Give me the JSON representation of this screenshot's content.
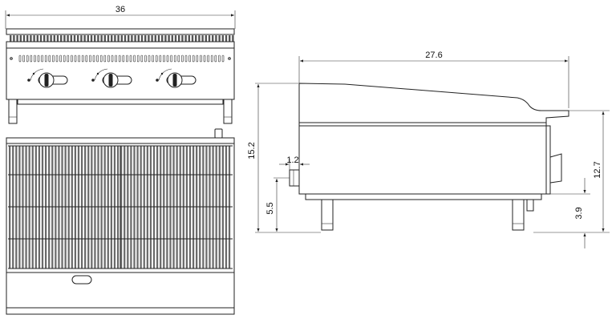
{
  "dimensions": {
    "width": "36",
    "depth": "27.6",
    "total_height": "15.2",
    "body_height": "12.7",
    "knob_offset": "1.2",
    "knob_height": "5.5",
    "leg_height": "3.9"
  },
  "front_view": {
    "knob_count": 3
  },
  "top_view": {
    "grate_bars": 68
  }
}
